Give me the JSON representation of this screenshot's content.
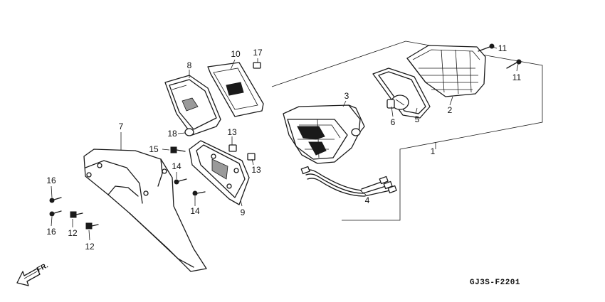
{
  "diagram": {
    "code": "GJ3S-F2201",
    "direction_label": "FR.",
    "callouts": [
      {
        "id": "c1",
        "number": "1"
      },
      {
        "id": "c2",
        "number": "2"
      },
      {
        "id": "c3",
        "number": "3"
      },
      {
        "id": "c4",
        "number": "4"
      },
      {
        "id": "c5",
        "number": "5"
      },
      {
        "id": "c6",
        "number": "6"
      },
      {
        "id": "c7",
        "number": "7"
      },
      {
        "id": "c8",
        "number": "8"
      },
      {
        "id": "c9",
        "number": "9"
      },
      {
        "id": "c10",
        "number": "10"
      },
      {
        "id": "c11a",
        "number": "11"
      },
      {
        "id": "c11b",
        "number": "11"
      },
      {
        "id": "c12a",
        "number": "12"
      },
      {
        "id": "c12b",
        "number": "12"
      },
      {
        "id": "c13a",
        "number": "13"
      },
      {
        "id": "c13b",
        "number": "13"
      },
      {
        "id": "c14a",
        "number": "14"
      },
      {
        "id": "c14b",
        "number": "14"
      },
      {
        "id": "c15",
        "number": "15"
      },
      {
        "id": "c16a",
        "number": "16"
      },
      {
        "id": "c16b",
        "number": "16"
      },
      {
        "id": "c17",
        "number": "17"
      },
      {
        "id": "c18",
        "number": "18"
      }
    ]
  }
}
